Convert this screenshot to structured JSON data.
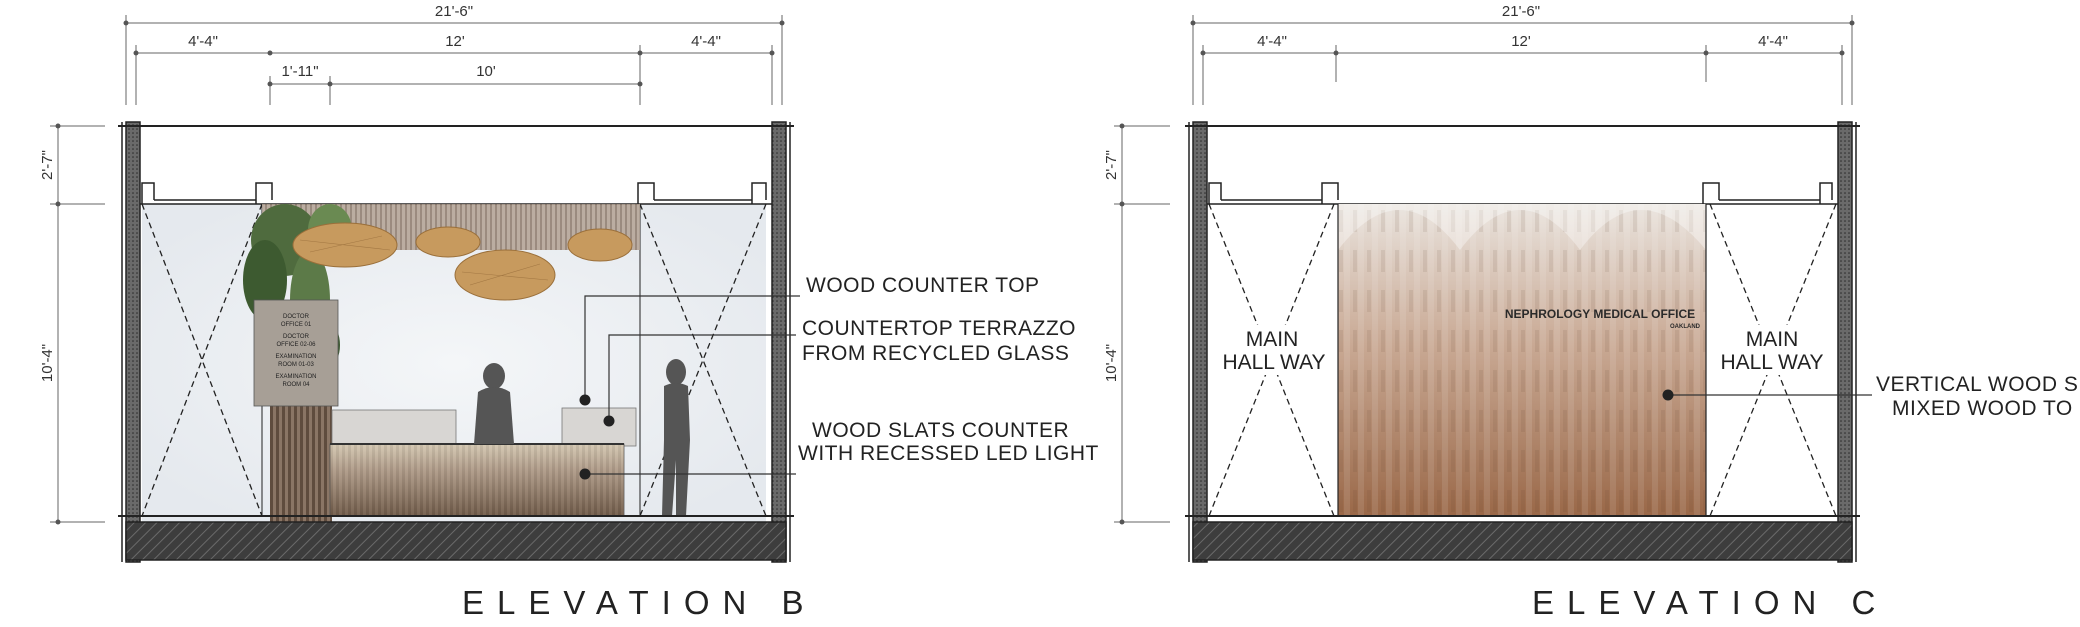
{
  "elevation_b": {
    "title": "ELEVATION B",
    "dims_top": {
      "total": "21'-6\"",
      "left": "4'-4\"",
      "middle": "12'",
      "right": "4'-4\"",
      "sub_a": "1'-11\"",
      "sub_b": "10'"
    },
    "dims_side": {
      "upper": "2'-7\"",
      "lower": "10'-4\""
    },
    "callouts": [
      {
        "line1": "WOOD COUNTER TOP",
        "line2": ""
      },
      {
        "line1": "COUNTERTOP TERRAZZO",
        "line2": "FROM RECYCLED GLASS"
      },
      {
        "line1": "WOOD SLATS COUNTER",
        "line2": "WITH RECESSED LED LIGHT"
      }
    ],
    "sign_lines": [
      "DOCTOR",
      "OFFICE 01",
      "DOCTOR",
      "OFFICE 02-06",
      "EXAMINATION",
      "ROOM 01-03",
      "EXAMINATION",
      "ROOM 04"
    ]
  },
  "elevation_c": {
    "title": "ELEVATION C",
    "dims_top": {
      "total": "21'-6\"",
      "left": "4'-4\"",
      "middle": "12'",
      "right": "4'-4\""
    },
    "dims_side": {
      "upper": "2'-7\"",
      "lower": "10'-4\""
    },
    "hallway_left": {
      "line1": "MAIN",
      "line2": "HALL WAY"
    },
    "hallway_right": {
      "line1": "MAIN",
      "line2": "HALL WAY"
    },
    "sign_main": "NEPHROLOGY MEDICAL OFFICE",
    "sign_sub": "OAKLAND",
    "callout": {
      "line1": "VERTICAL WOOD S",
      "line2": "MIXED WOOD TO"
    }
  },
  "colors": {
    "line": "#333333",
    "wood": "#a2765a",
    "slat_dark": "#6e5a48",
    "floor": "#3a3a3a"
  }
}
